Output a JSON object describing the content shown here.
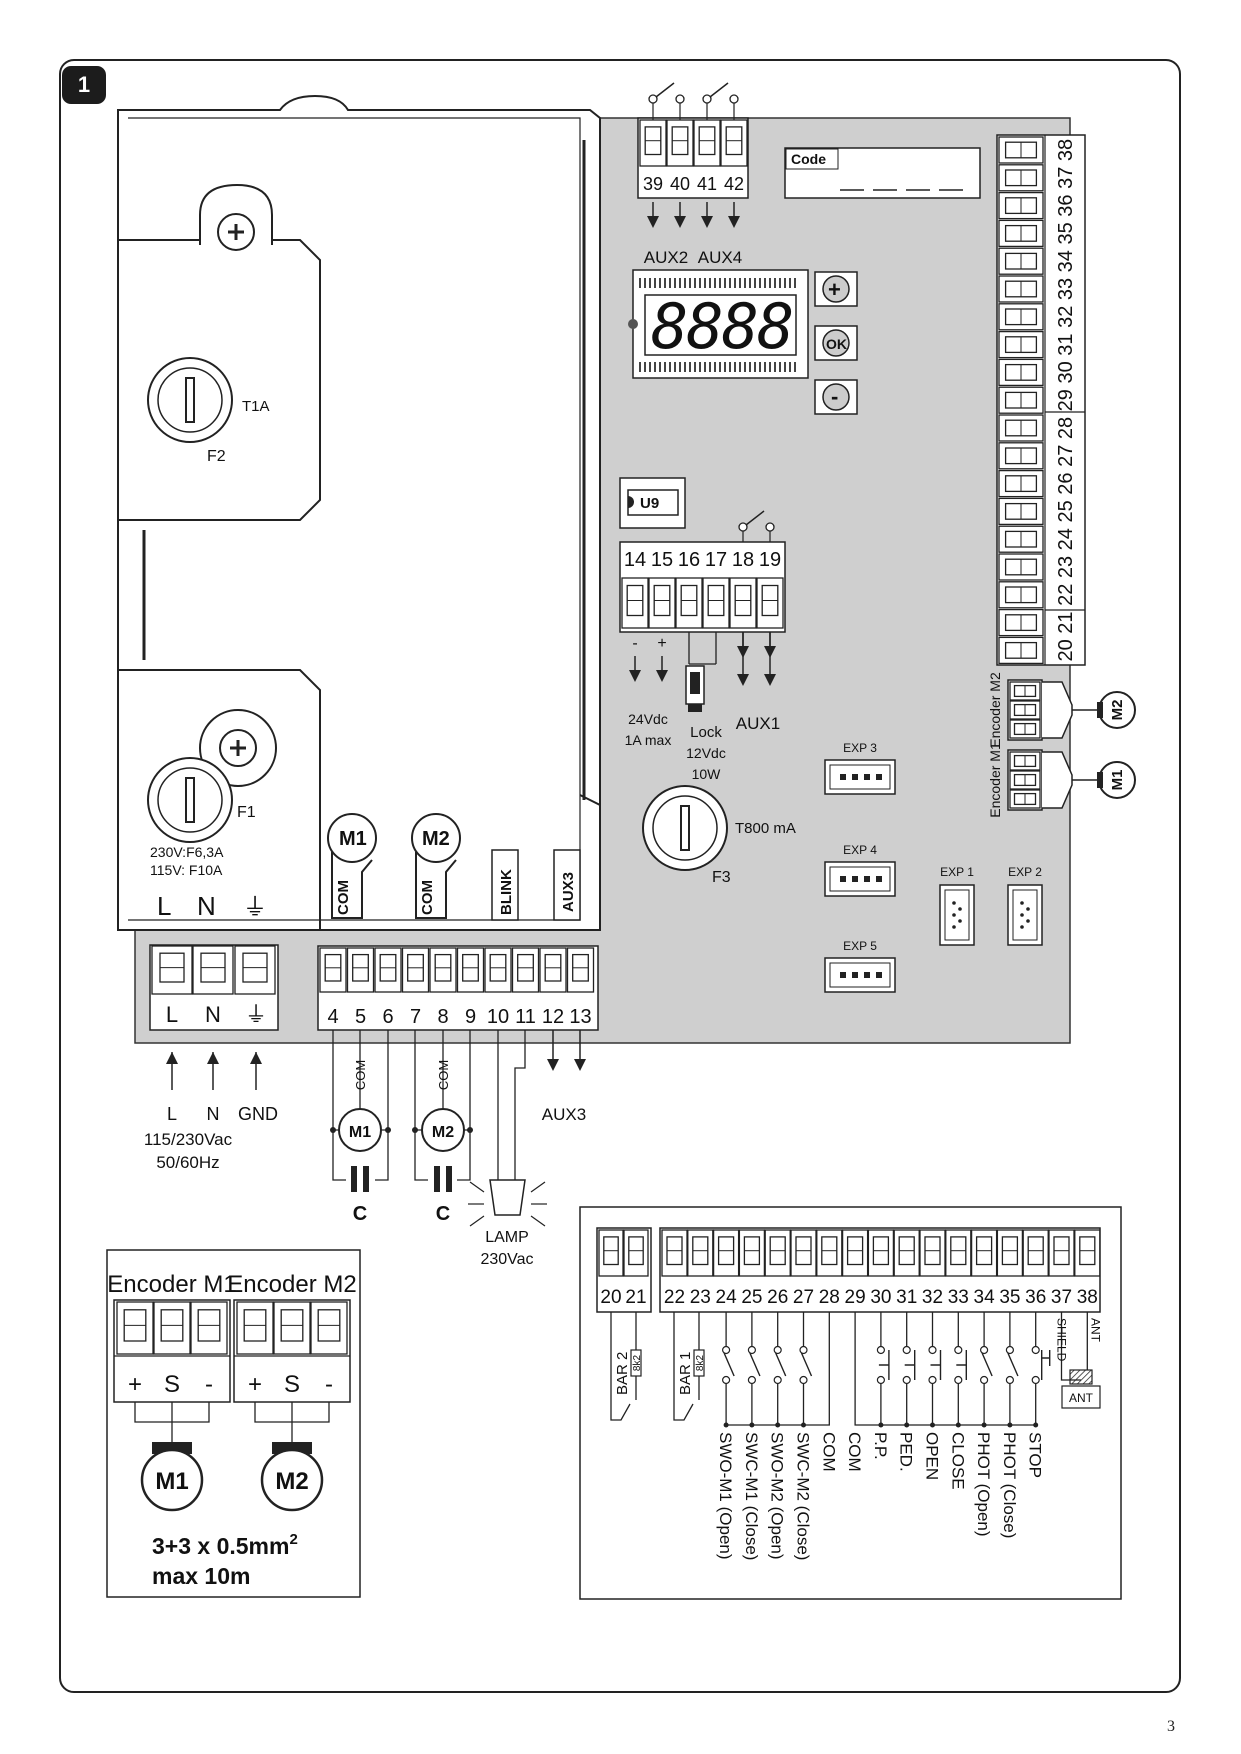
{
  "figure": {
    "number": "1",
    "page_number": "3"
  },
  "relays_top": {
    "terminals": [
      "39",
      "40",
      "41",
      "42"
    ],
    "labels": [
      "AUX2",
      "AUX4"
    ]
  },
  "code_box": {
    "label": "Code"
  },
  "display": {
    "digits": "8888",
    "buttons": [
      "+",
      "OK",
      "-"
    ]
  },
  "chip": {
    "label": "U9"
  },
  "fuses": {
    "F1": {
      "label": "F1",
      "rating_lines": [
        "230V:F6,3A",
        "115V: F10A"
      ]
    },
    "F2": {
      "label": "F2",
      "rating": "T1A"
    },
    "F3": {
      "label": "F3",
      "rating": "T800 mA"
    }
  },
  "board_labels": {
    "m1": "M1",
    "m2": "M2",
    "com": "COM",
    "blink": "BLINK",
    "aux3": "AUX3"
  },
  "power_block": {
    "terminals": [
      "L",
      "N",
      "⏚"
    ],
    "arrows": [
      "L",
      "N",
      "GND"
    ],
    "supply_lines": [
      "115/230Vac",
      "50/60Hz"
    ]
  },
  "block_4_13": {
    "terminals": [
      "4",
      "5",
      "6",
      "7",
      "8",
      "9",
      "10",
      "11",
      "12",
      "13"
    ]
  },
  "motor_wiring": {
    "com_label": "COM",
    "motors": [
      "M1",
      "M2"
    ],
    "cap_label": "C",
    "lamp_lines": [
      "LAMP",
      "230Vac"
    ],
    "aux3_label": "AUX3"
  },
  "block_14_19": {
    "terminals": [
      "14",
      "15",
      "16",
      "17",
      "18",
      "19"
    ],
    "polarity": [
      "-",
      "+"
    ],
    "supply_lines": [
      "24Vdc",
      "1A max"
    ],
    "lock_lines": [
      "Lock",
      "12Vdc",
      "10W"
    ],
    "aux1_label": "AUX1"
  },
  "right_strip": {
    "terminals": [
      "38",
      "37",
      "36",
      "35",
      "34",
      "33",
      "32",
      "31",
      "30",
      "29",
      "28",
      "27",
      "26",
      "25",
      "24",
      "23",
      "22",
      "21",
      "20"
    ]
  },
  "encoders_board": {
    "m2_label": "Encoder M2",
    "m1_label": "Encoder M1",
    "motors": [
      "M2",
      "M1"
    ]
  },
  "exp_ports": [
    "EXP 3",
    "EXP 4",
    "EXP 5",
    "EXP 1",
    "EXP 2"
  ],
  "encoder_inset": {
    "headers": [
      "Encoder M1",
      "Encoder M2"
    ],
    "pins": [
      "+",
      "S",
      "-"
    ],
    "motors": [
      "M1",
      "M2"
    ],
    "cable_line1": "3+3 x 0.5mm",
    "cable_sup": "2",
    "cable_line2": "max 10m"
  },
  "inputs_inset": {
    "terminals_a": [
      "20",
      "21"
    ],
    "terminals_b": [
      "22",
      "23",
      "24",
      "25",
      "26",
      "27",
      "28",
      "29",
      "30",
      "31",
      "32",
      "33",
      "34",
      "35",
      "36",
      "37",
      "38"
    ],
    "bar_labels": [
      "BAR 2",
      "BAR 1"
    ],
    "resistor_label": "8k2",
    "shield_label": "SHIELD",
    "ant_label": "ANT",
    "ant_box": "ANT",
    "signals": [
      "SWO-M1 (Open)",
      "SWC-M1 (Close)",
      "SWO-M2 (Open)",
      "SWC-M2 (Close)",
      "COM",
      "COM",
      "P.P.",
      "PED.",
      "OPEN",
      "CLOSE",
      "PHOT (Open)",
      "PHOT (Close)",
      "STOP"
    ]
  }
}
